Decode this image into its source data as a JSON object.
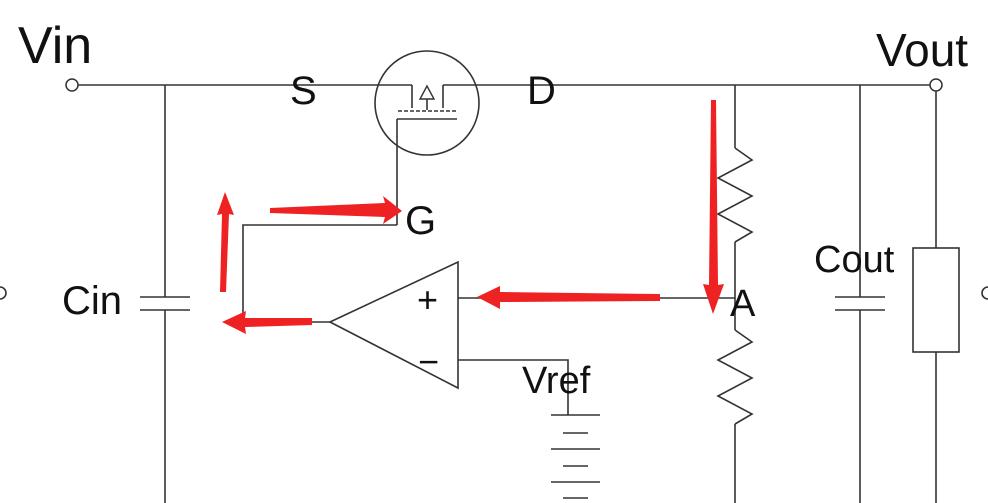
{
  "labels": {
    "vin": "Vin",
    "vout": "Vout",
    "source": "S",
    "drain": "D",
    "gate": "G",
    "cin": "Cin",
    "cout": "Cout",
    "node_a": "A",
    "vref": "Vref",
    "plus": "+",
    "minus": "−"
  },
  "colors": {
    "wire": "#333333",
    "arrow": "#ee2222"
  }
}
